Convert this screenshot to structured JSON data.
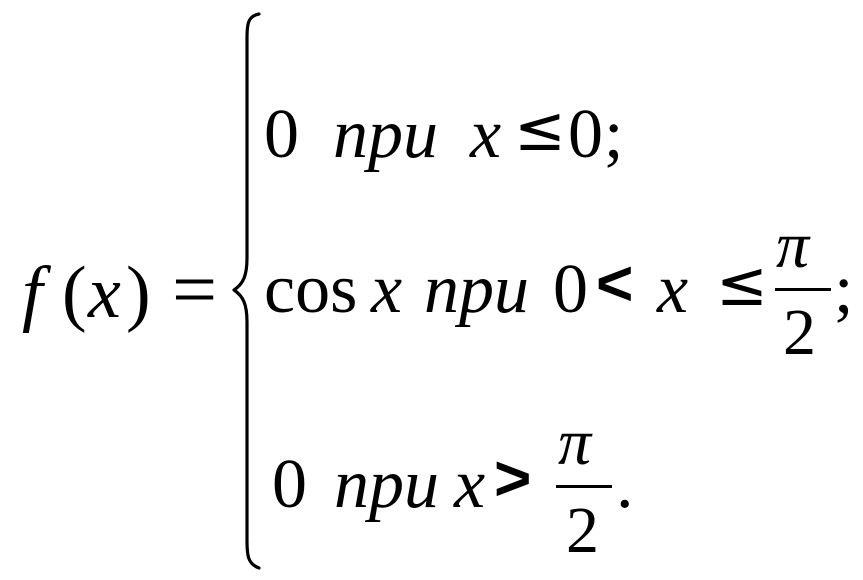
{
  "formula": {
    "lhs": {
      "func": "f",
      "open_paren": "(",
      "var": "x",
      "close_paren": ")",
      "equals": "="
    },
    "cases": [
      {
        "value": "0",
        "word": "npu",
        "var": "x",
        "rel": "≤",
        "bound": "0",
        "end": ";"
      },
      {
        "value_func": "cos",
        "value_var": "x",
        "word": "npu",
        "lower": "0",
        "rel1": "<",
        "var": "x",
        "rel2": "≤",
        "num": "π",
        "den": "2",
        "end": ";"
      },
      {
        "value": "0",
        "word": "npu",
        "var": "x",
        "rel": ">",
        "num": "π",
        "den": "2",
        "end": "."
      }
    ]
  }
}
